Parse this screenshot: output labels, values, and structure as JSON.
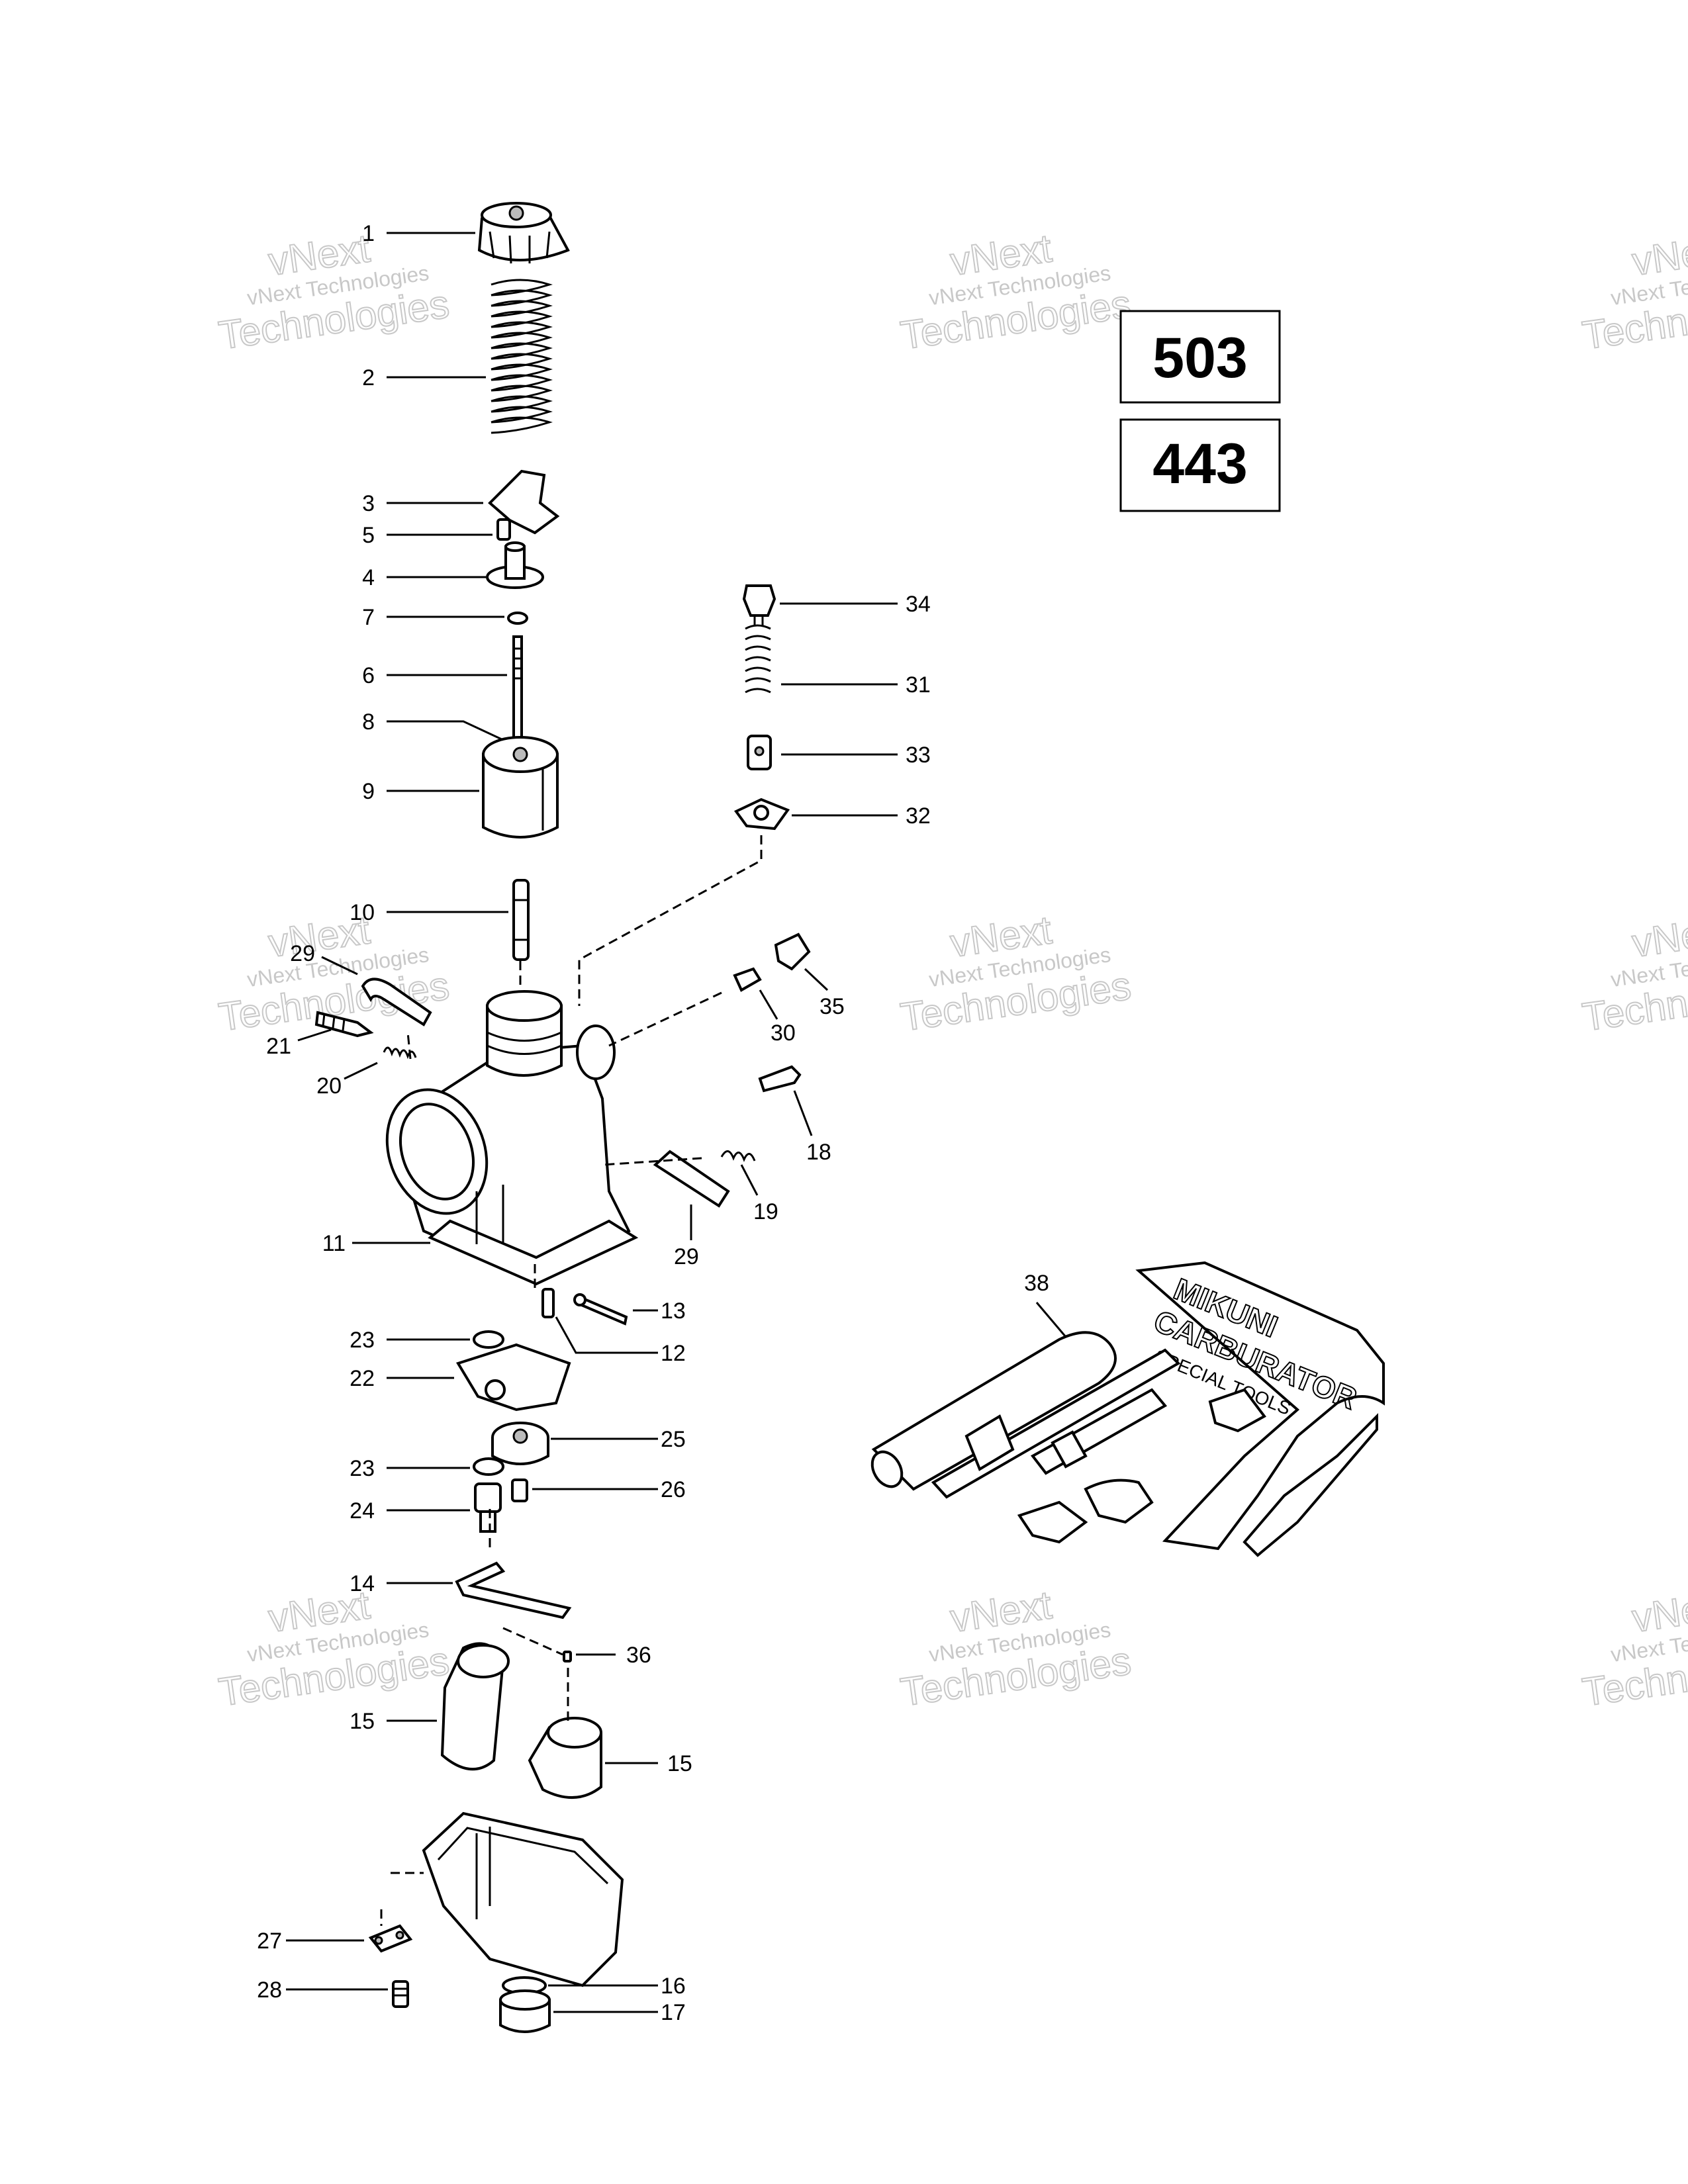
{
  "model_boxes": [
    {
      "label": "503"
    },
    {
      "label": "443"
    }
  ],
  "watermark": {
    "line1": "vNext",
    "line2": "vNext Technologies",
    "line3": "Technologies"
  },
  "tool_kit_text": {
    "line1": "MIKUNI",
    "line2": "CARBURATOR",
    "line3": "SPECIAL TOOLS"
  },
  "callouts": [
    {
      "id": "c1",
      "label": "1"
    },
    {
      "id": "c2",
      "label": "2"
    },
    {
      "id": "c3",
      "label": "3"
    },
    {
      "id": "c5",
      "label": "5"
    },
    {
      "id": "c4",
      "label": "4"
    },
    {
      "id": "c7",
      "label": "7"
    },
    {
      "id": "c6",
      "label": "6"
    },
    {
      "id": "c8",
      "label": "8"
    },
    {
      "id": "c9",
      "label": "9"
    },
    {
      "id": "c10",
      "label": "10"
    },
    {
      "id": "c29a",
      "label": "29"
    },
    {
      "id": "c21",
      "label": "21"
    },
    {
      "id": "c20",
      "label": "20"
    },
    {
      "id": "c11",
      "label": "11"
    },
    {
      "id": "c23a",
      "label": "23"
    },
    {
      "id": "c22",
      "label": "22"
    },
    {
      "id": "c23b",
      "label": "23"
    },
    {
      "id": "c24",
      "label": "24"
    },
    {
      "id": "c14",
      "label": "14"
    },
    {
      "id": "c15a",
      "label": "15"
    },
    {
      "id": "c27",
      "label": "27"
    },
    {
      "id": "c28",
      "label": "28"
    },
    {
      "id": "c34",
      "label": "34"
    },
    {
      "id": "c31",
      "label": "31"
    },
    {
      "id": "c33",
      "label": "33"
    },
    {
      "id": "c32",
      "label": "32"
    },
    {
      "id": "c35",
      "label": "35"
    },
    {
      "id": "c30",
      "label": "30"
    },
    {
      "id": "c18",
      "label": "18"
    },
    {
      "id": "c19",
      "label": "19"
    },
    {
      "id": "c29b",
      "label": "29"
    },
    {
      "id": "c13",
      "label": "13"
    },
    {
      "id": "c12",
      "label": "12"
    },
    {
      "id": "c25",
      "label": "25"
    },
    {
      "id": "c26",
      "label": "26"
    },
    {
      "id": "c36",
      "label": "36"
    },
    {
      "id": "c15b",
      "label": "15"
    },
    {
      "id": "c16",
      "label": "16"
    },
    {
      "id": "c17",
      "label": "17"
    },
    {
      "id": "c38",
      "label": "38"
    }
  ]
}
